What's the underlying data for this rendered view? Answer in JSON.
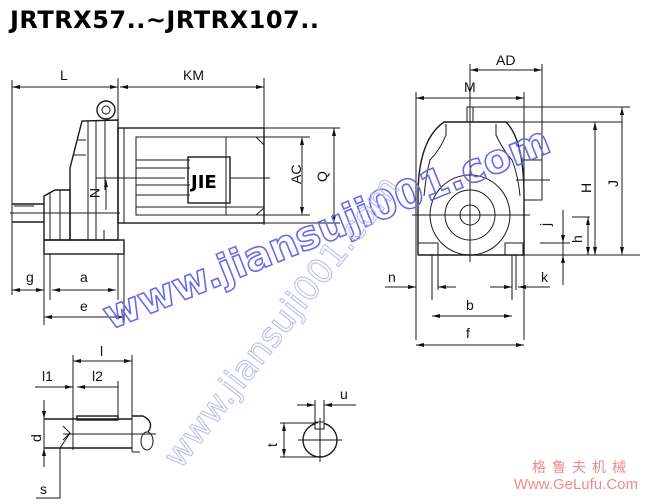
{
  "title": "JRTRX57..~JRTRX107..",
  "side_view": {
    "labels": {
      "L": "L",
      "KM": "KM",
      "AC": "AC",
      "Q": "Q",
      "N": "N",
      "g": "g",
      "a": "a",
      "e": "e"
    },
    "motor_logo": "JIE"
  },
  "front_view": {
    "labels": {
      "AD": "AD",
      "M": "M",
      "H": "H",
      "J": "J",
      "h": "h",
      "j": "j",
      "n": "n",
      "k": "k",
      "b": "b",
      "f": "f"
    }
  },
  "shaft_detail": {
    "labels": {
      "l": "l",
      "l1": "l1",
      "l2": "l2",
      "d": "d",
      "s": "s"
    }
  },
  "keyway_detail": {
    "labels": {
      "u": "u",
      "t": "t"
    }
  },
  "watermarks": {
    "primary": "www.jiansuji001.com",
    "secondary": "www.jiansuji001.com"
  },
  "brand": {
    "chinese": "格鲁夫机械",
    "url": "Www.GeLufu.Com"
  }
}
